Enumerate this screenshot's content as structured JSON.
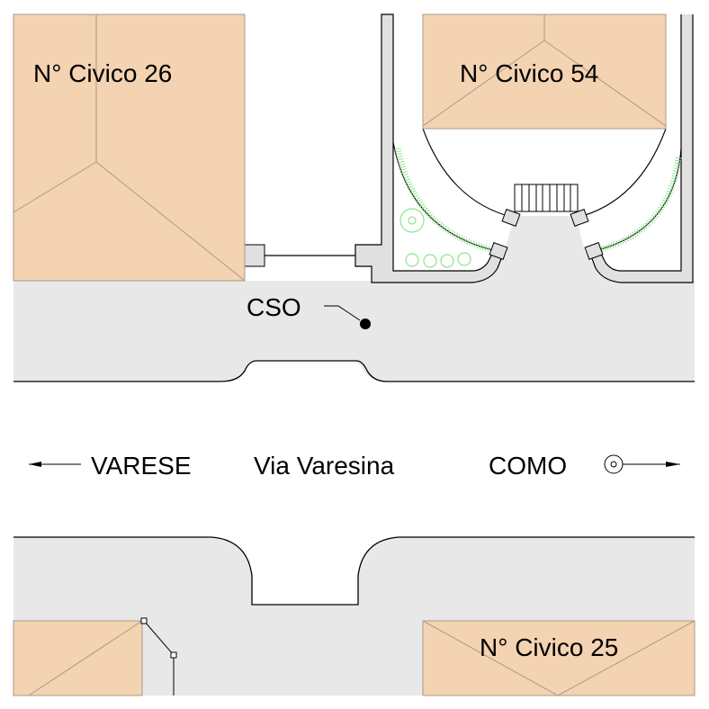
{
  "labels": {
    "civico_26": "N° Civico 26",
    "civico_54": "N° Civico 54",
    "civico_25": "N° Civico 25",
    "cso": "CSO",
    "varese": "VARESE",
    "street": "Via Varesina",
    "como": "COMO"
  },
  "colors": {
    "building": "#f3d3b1",
    "road": "#e8e8e8",
    "vegetation": "#8fe38f",
    "roof_line": "#a89a8c"
  }
}
